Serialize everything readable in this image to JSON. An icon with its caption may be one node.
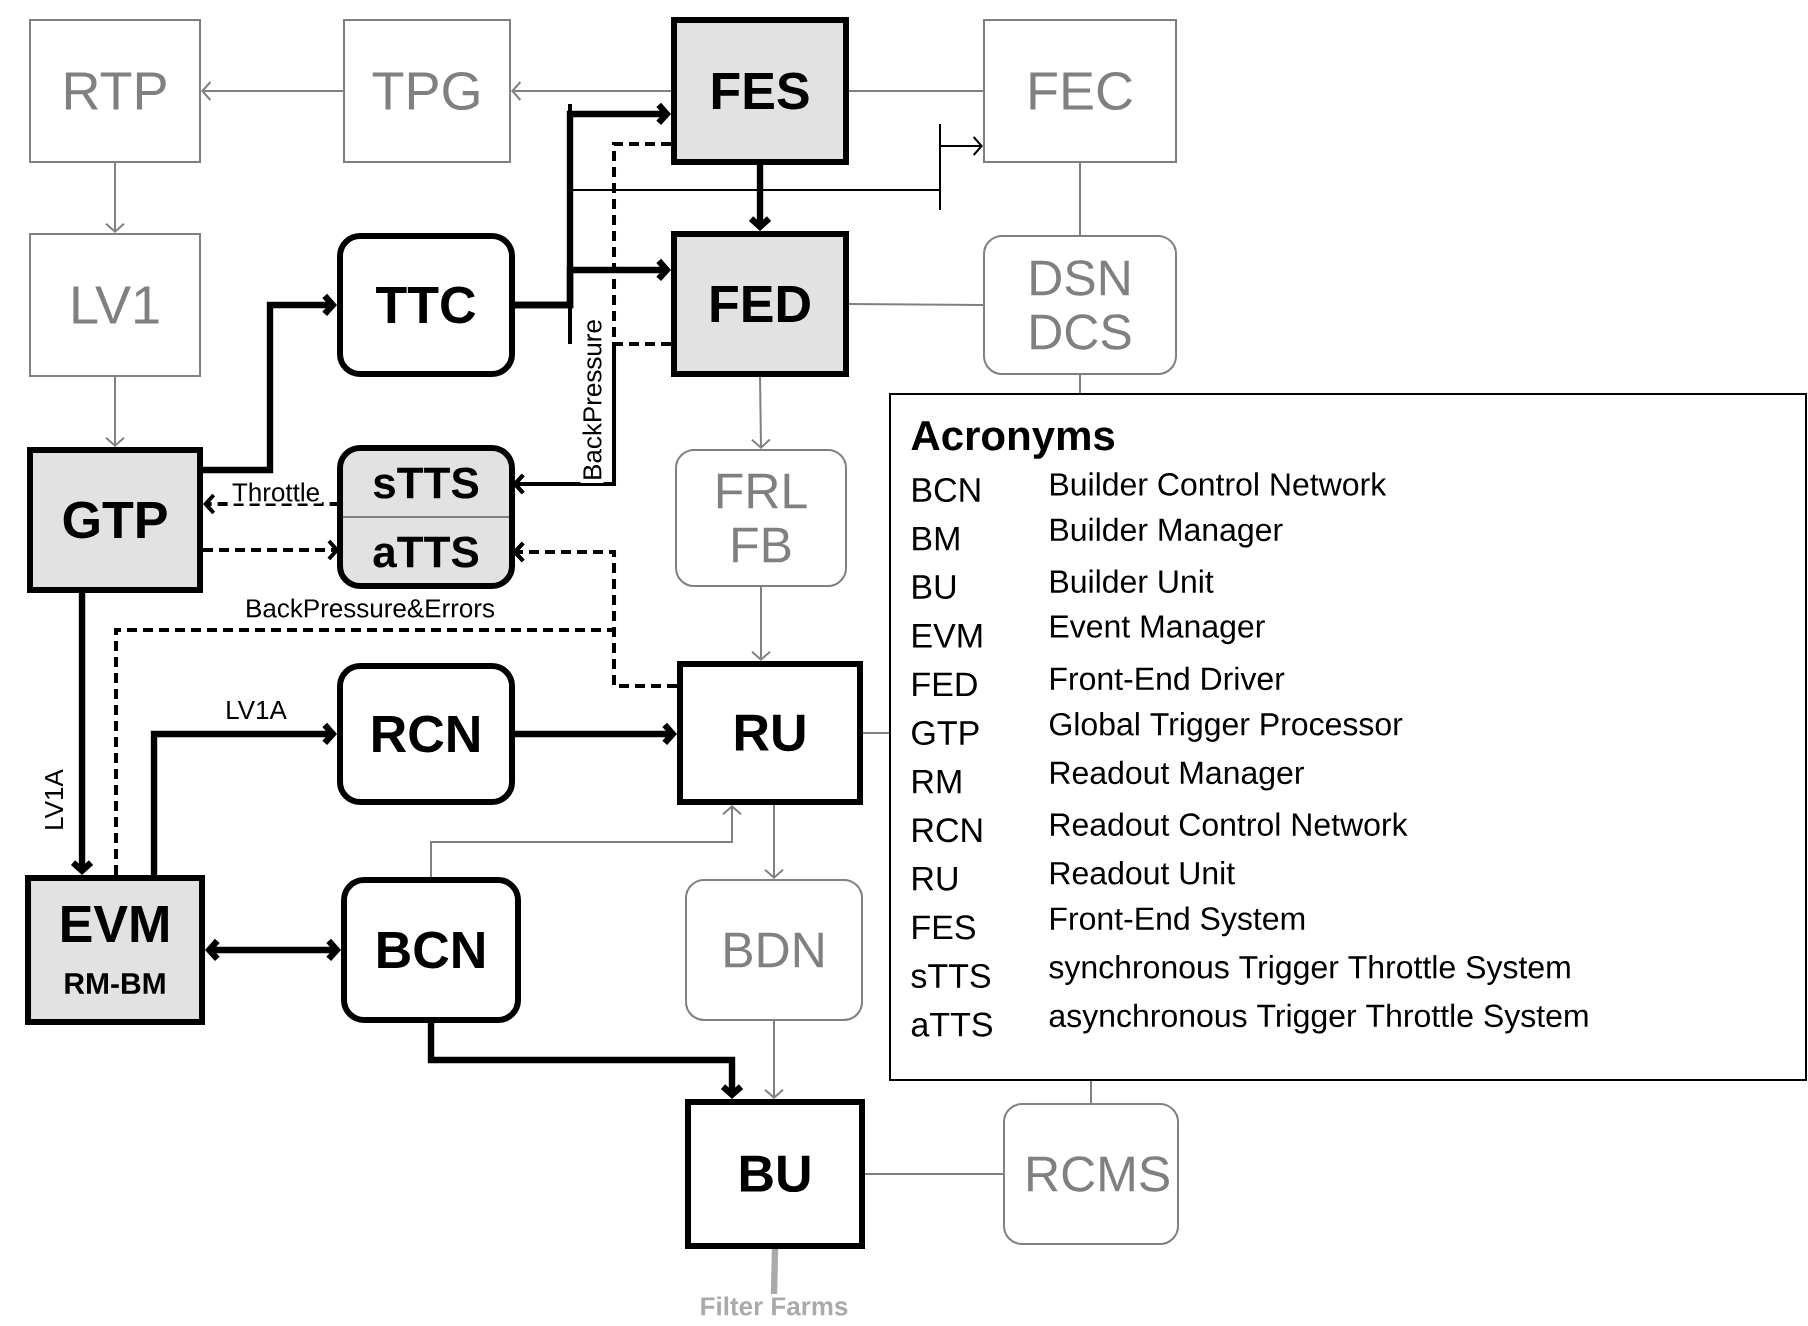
{
  "diagram": {
    "nodes": [
      {
        "text": [
          "RTP"
        ]
      },
      {
        "text": [
          "TPG"
        ]
      },
      {
        "text": [
          "FES"
        ]
      },
      {
        "text": [
          "FEC"
        ]
      },
      {
        "text": [
          "LV1"
        ]
      },
      {
        "text": [
          "TTC"
        ]
      },
      {
        "text": [
          "FED"
        ]
      },
      {
        "text": [
          "DSN DCS"
        ]
      },
      {
        "text": [
          "GTP"
        ]
      },
      {
        "text": [],
        "shape": "box"
      },
      {
        "text": [
          "sTTS"
        ],
        "in": 9
      },
      {
        "text": [
          "aTTS"
        ],
        "in": 9
      },
      {
        "text": [
          "FRL FB"
        ]
      },
      {
        "text": [
          "RCN"
        ]
      },
      {
        "text": [
          "RU"
        ]
      },
      {
        "text": [
          "EVM",
          "RM-BM"
        ]
      },
      {
        "text": [
          "BCN"
        ]
      },
      {
        "text": [
          "BDN"
        ]
      },
      {
        "text": [
          "BU"
        ]
      },
      {
        "text": [
          "RCMS"
        ]
      },
      {
        "text": [
          "Filter Farms"
        ]
      },
      {
        "text": [
          "Acronyms",
          "BCN",
          "Builder Control Network",
          "BM",
          "Builder Manager",
          "BU",
          "Builder Unit",
          "EVM",
          "Event Manager",
          "FED",
          "Front-End Driver",
          "GTP",
          "Global Trigger Processor",
          "RM",
          "Readout Manager",
          "RCN",
          "Readout Control Network",
          "RU",
          "Readout Unit",
          "FES",
          "Front-End System",
          "sTTS",
          "synchronous Trigger Throttle System",
          "aTTS",
          "asynchronous Trigger Throttle System"
        ]
      }
    ],
    "edges": [
      {
        "from": 2,
        "to": 1,
        "arrow": "to"
      },
      {
        "from": 1,
        "to": 0,
        "arrow": "to"
      },
      {
        "from": 0,
        "to": 4,
        "arrow": "to"
      },
      {
        "from": 4,
        "to": 8,
        "arrow": "to"
      },
      {
        "from": 2,
        "to": 3,
        "arrow": "none"
      },
      {
        "from": 3,
        "to": 7,
        "arrow": "none"
      },
      {
        "from": 6,
        "to": 7,
        "arrow": "none"
      },
      {
        "from": 7,
        "to": 21,
        "arrow": "none"
      },
      {
        "from": 14,
        "to": 21,
        "arrow": "none"
      },
      {
        "from": 19,
        "to": 21,
        "arrow": "none"
      },
      {
        "from": 18,
        "to": 19,
        "arrow": "none"
      },
      {
        "from": 2,
        "to": 6,
        "arrow": "to",
        "style": "thick",
        "color": "#000000"
      },
      {
        "from": 6,
        "to": 12,
        "arrow": "to"
      },
      {
        "from": 12,
        "to": 14,
        "arrow": "to"
      },
      {
        "from": 14,
        "to": 17,
        "arrow": "to"
      },
      {
        "from": 17,
        "to": 18,
        "arrow": "to"
      },
      {
        "from": 16,
        "to": 14,
        "arrow": "to"
      },
      {
        "from": 16,
        "to": 18,
        "arrow": "to",
        "style": "thick",
        "color": "#000000"
      },
      {
        "from": 15,
        "to": 16,
        "arrow": "both",
        "style": "thick",
        "color": "#000000"
      },
      {
        "from": 8,
        "to": 5,
        "arrow": "to",
        "style": "thick",
        "color": "#000000"
      },
      {
        "from": 5,
        "to": 2,
        "arrow": "to",
        "style": "thick",
        "color": "#000000"
      },
      {
        "from": 5,
        "to": 6,
        "arrow": "to",
        "style": "thick",
        "color": "#000000"
      },
      {
        "from": 5,
        "to": 3,
        "arrow": "to",
        "color": "#000000"
      },
      {
        "from": 2,
        "to": 10,
        "arrow": "to",
        "label": "BackPressure",
        "style": "dashed",
        "color": "#000000"
      },
      {
        "from": 6,
        "to": 10,
        "arrow": "to",
        "style": "dashed",
        "color": "#000000"
      },
      {
        "from": 10,
        "to": 8,
        "arrow": "to",
        "label": "Throttle",
        "style": "dashed",
        "color": "#000000"
      },
      {
        "from": 8,
        "to": 11,
        "arrow": "to",
        "style": "dashed",
        "color": "#000000"
      },
      {
        "from": 14,
        "to": 11,
        "arrow": "to",
        "style": "dashed",
        "color": "#000000"
      },
      {
        "from": 15,
        "to": 11,
        "arrow": "to",
        "label": "BackPressure&Errors",
        "style": "dashed",
        "color": "#000000"
      },
      {
        "from": 18,
        "to": 20,
        "arrow": "none",
        "style": "thick",
        "color": "#aaaaaa"
      },
      {
        "from": 8,
        "to": 15,
        "arrow": "to",
        "label": "LV1A",
        "style": "thick",
        "color": "#000000"
      },
      {
        "from": 15,
        "to": 13,
        "arrow": "to",
        "label": "LV1A",
        "style": "thick",
        "color": "#000000"
      },
      {
        "from": 13,
        "to": 14,
        "arrow": "to",
        "style": "thick",
        "color": "#000000"
      }
    ]
  }
}
